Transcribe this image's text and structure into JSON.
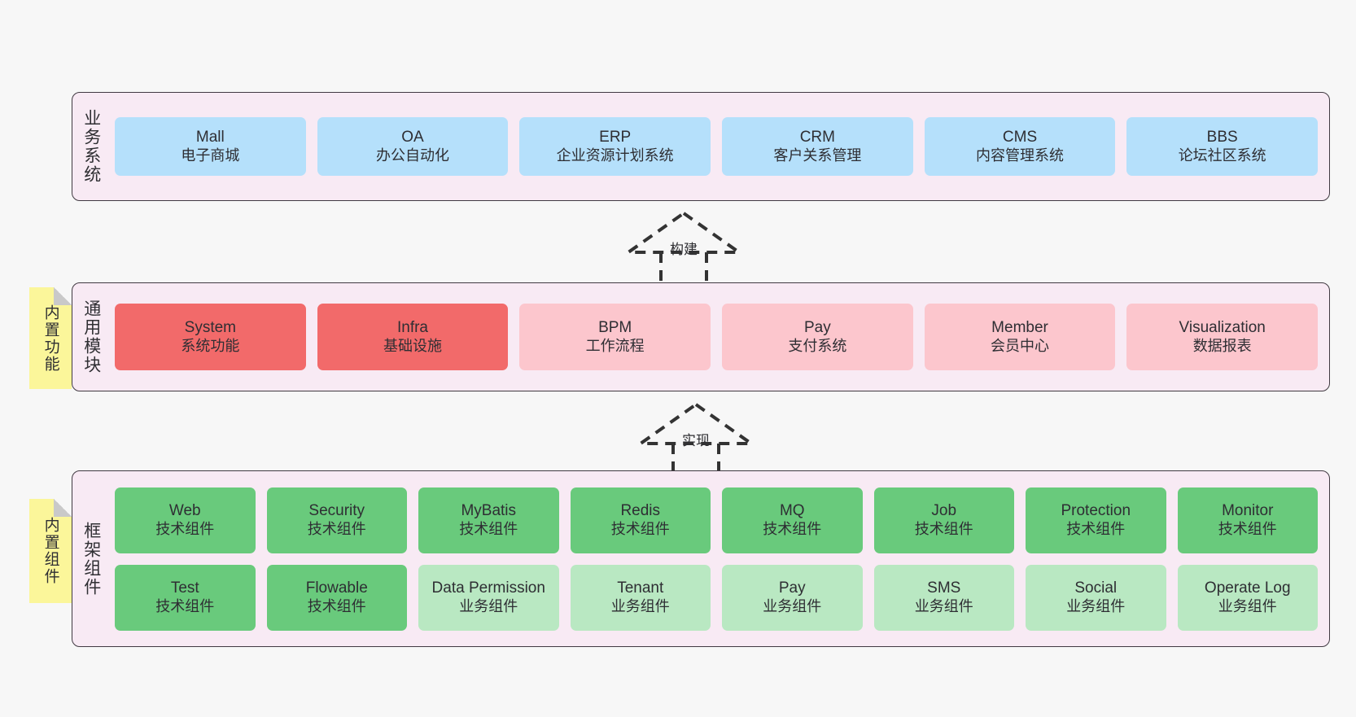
{
  "diagram": {
    "background_color": "#f7f7f7",
    "layer_bg_color": "#f8eaf4",
    "note_color": "#fbf69a",
    "colors": {
      "business": "#b5e0fb",
      "core_module_active": "#f26a6a",
      "core_module": "#fcc6cd",
      "tech_component": "#69ca7c",
      "biz_component": "#b9e8c2"
    }
  },
  "layers": {
    "business": {
      "title": "业务系统",
      "items": [
        {
          "en": "Mall",
          "cn": "电子商城"
        },
        {
          "en": "OA",
          "cn": "办公自动化"
        },
        {
          "en": "ERP",
          "cn": "企业资源计划系统"
        },
        {
          "en": "CRM",
          "cn": "客户关系管理"
        },
        {
          "en": "CMS",
          "cn": "内容管理系统"
        },
        {
          "en": "BBS",
          "cn": "论坛社区系统"
        }
      ]
    },
    "common": {
      "title": "通用模块",
      "note": "内置功能",
      "items": [
        {
          "en": "System",
          "cn": "系统功能"
        },
        {
          "en": "Infra",
          "cn": "基础设施"
        },
        {
          "en": "BPM",
          "cn": "工作流程"
        },
        {
          "en": "Pay",
          "cn": "支付系统"
        },
        {
          "en": "Member",
          "cn": "会员中心"
        },
        {
          "en": "Visualization",
          "cn": "数据报表"
        }
      ]
    },
    "framework": {
      "title": "框架组件",
      "note": "内置组件",
      "row1": [
        {
          "en": "Web",
          "cn": "技术组件"
        },
        {
          "en": "Security",
          "cn": "技术组件"
        },
        {
          "en": "MyBatis",
          "cn": "技术组件"
        },
        {
          "en": "Redis",
          "cn": "技术组件"
        },
        {
          "en": "MQ",
          "cn": "技术组件"
        },
        {
          "en": "Job",
          "cn": "技术组件"
        },
        {
          "en": "Protection",
          "cn": "技术组件"
        },
        {
          "en": "Monitor",
          "cn": "技术组件"
        }
      ],
      "row2": [
        {
          "en": "Test",
          "cn": "技术组件"
        },
        {
          "en": "Flowable",
          "cn": "技术组件"
        },
        {
          "en": "Data Permission",
          "cn": "业务组件"
        },
        {
          "en": "Tenant",
          "cn": "业务组件"
        },
        {
          "en": "Pay",
          "cn": "业务组件"
        },
        {
          "en": "SMS",
          "cn": "业务组件"
        },
        {
          "en": "Social",
          "cn": "业务组件"
        },
        {
          "en": "Operate Log",
          "cn": "业务组件"
        }
      ]
    }
  },
  "connectors": [
    {
      "label": "构建",
      "from": "common",
      "to": "business"
    },
    {
      "label": "实现",
      "from": "framework",
      "to": "common"
    }
  ]
}
